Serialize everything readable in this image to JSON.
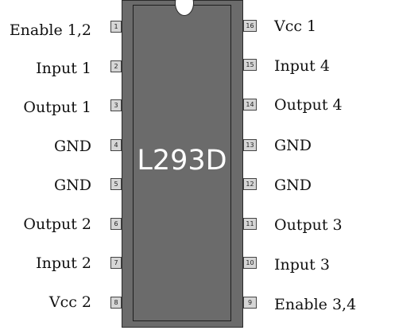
{
  "chip": {
    "name": "L293D"
  },
  "left_pins": [
    {
      "number": "1",
      "label": "Enable 1,2"
    },
    {
      "number": "2",
      "label": "Input 1"
    },
    {
      "number": "3",
      "label": "Output 1"
    },
    {
      "number": "4",
      "label": "GND"
    },
    {
      "number": "5",
      "label": "GND"
    },
    {
      "number": "6",
      "label": "Output 2"
    },
    {
      "number": "7",
      "label": "Input 2"
    },
    {
      "number": "8",
      "label": "Vcc 2"
    }
  ],
  "right_pins": [
    {
      "number": "16",
      "label": "Vcc 1"
    },
    {
      "number": "15",
      "label": "Input 4"
    },
    {
      "number": "14",
      "label": "Output 4"
    },
    {
      "number": "13",
      "label": "GND"
    },
    {
      "number": "12",
      "label": "GND"
    },
    {
      "number": "11",
      "label": "Output 3"
    },
    {
      "number": "10",
      "label": "Input 3"
    },
    {
      "number": "9",
      "label": "Enable 3,4"
    }
  ]
}
